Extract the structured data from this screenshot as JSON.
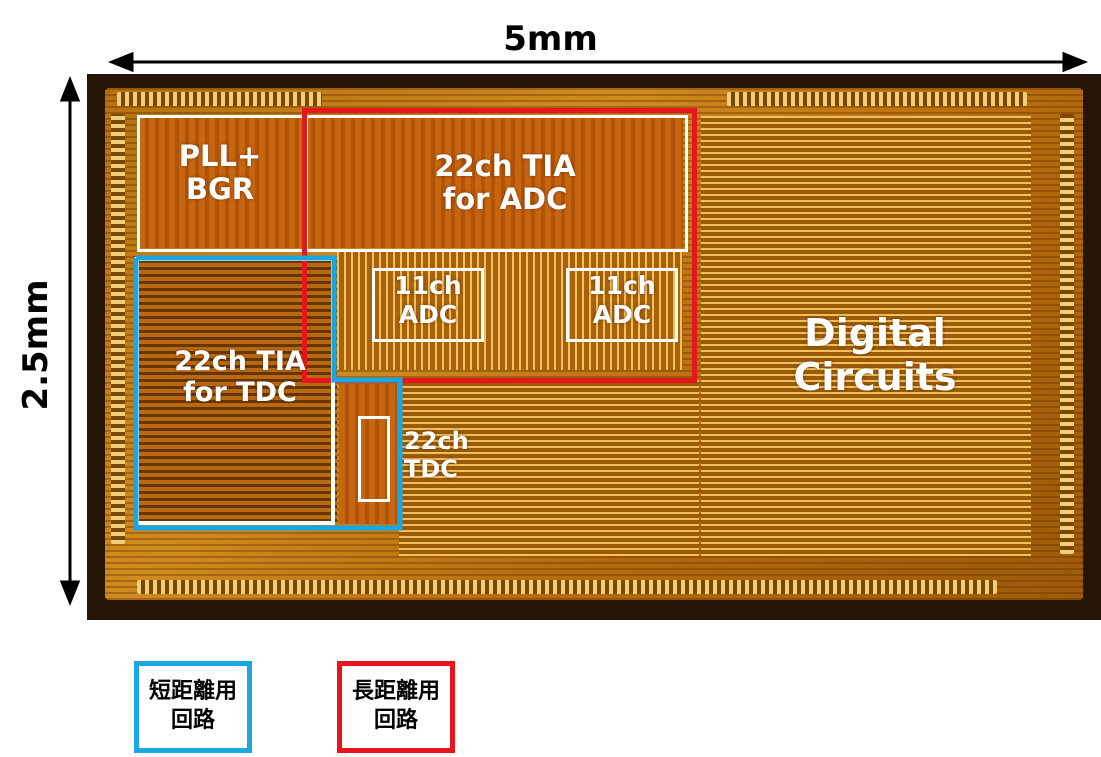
{
  "dimensions": {
    "width": "5mm",
    "height": "2.5mm"
  },
  "colors": {
    "short_range": "#1aa6e0",
    "long_range": "#e8161c",
    "block_outline": "#ffffff",
    "die_gold": "#c8800f"
  },
  "blocks": {
    "pll_bgr": "PLL+\nBGR",
    "tia_adc": "22ch TIA\nfor ADC",
    "adc_left": "11ch\nADC",
    "adc_right": "11ch\nADC",
    "tia_tdc": "22ch TIA\nfor TDC",
    "tdc": "22ch\nTDC",
    "digital": "Digital\nCircuits"
  },
  "legend": {
    "short_range": "短距離用\n回路",
    "long_range": "長距離用\n回路"
  }
}
